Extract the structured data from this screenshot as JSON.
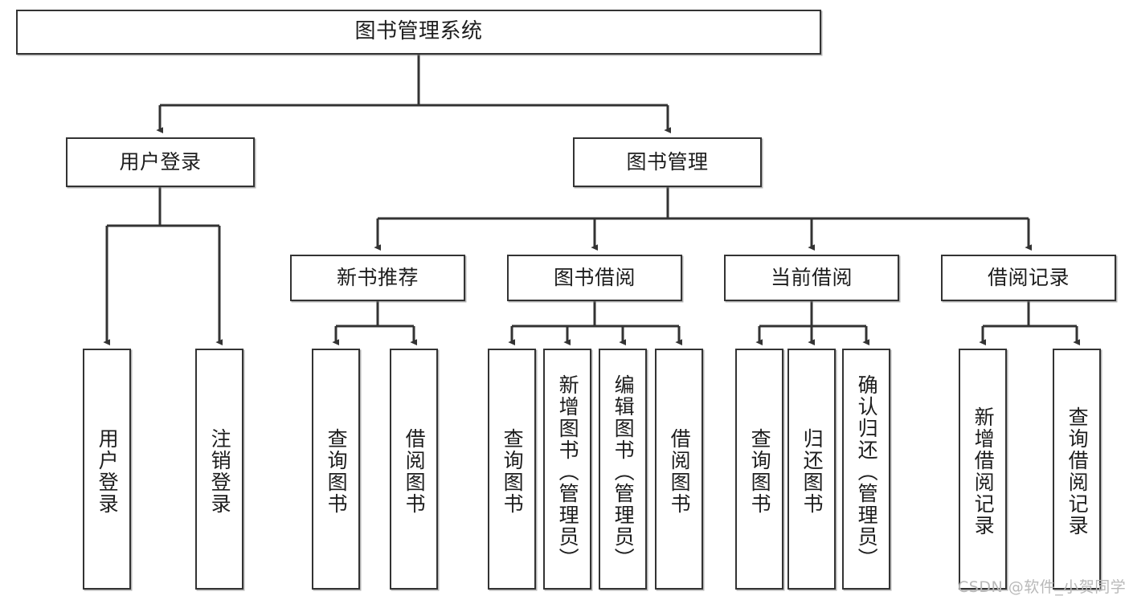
{
  "diagram": {
    "title": "图书管理系统",
    "type": "tree",
    "orientation": "top-down",
    "line_color": "#333333",
    "box_border_color": "#333333",
    "box_fill_color": "#ffffff",
    "text_color": "#1d1d1d",
    "background_color": "#ffffff"
  },
  "nodes": {
    "root": {
      "label": "图书管理系统",
      "level": 1
    },
    "l2": [
      {
        "id": "user-login",
        "label": "用户登录",
        "level": 2
      },
      {
        "id": "book-management",
        "label": "图书管理",
        "level": 2
      }
    ],
    "l3": [
      {
        "id": "new-book-recommend",
        "label": "新书推荐",
        "level": 3,
        "parent": "book-management"
      },
      {
        "id": "book-borrow",
        "label": "图书借阅",
        "level": 3,
        "parent": "book-management"
      },
      {
        "id": "current-borrow",
        "label": "当前借阅",
        "level": 3,
        "parent": "book-management"
      },
      {
        "id": "borrow-record",
        "label": "借阅记录",
        "level": 3,
        "parent": "book-management"
      }
    ],
    "leaves": [
      {
        "id": "leaf-user-login",
        "label": "用户登录",
        "parent": "user-login"
      },
      {
        "id": "leaf-logout-login",
        "label": "注销登录",
        "parent": "user-login"
      },
      {
        "id": "leaf-query-book-1",
        "label": "查询图书",
        "parent": "new-book-recommend"
      },
      {
        "id": "leaf-borrow-book-1",
        "label": "借阅图书",
        "parent": "new-book-recommend"
      },
      {
        "id": "leaf-query-book-2",
        "label": "查询图书",
        "parent": "book-borrow"
      },
      {
        "id": "leaf-add-book",
        "label": "新增图书（管理员）",
        "parent": "book-borrow"
      },
      {
        "id": "leaf-edit-book",
        "label": "编辑图书（管理员）",
        "parent": "book-borrow"
      },
      {
        "id": "leaf-borrow-book-2",
        "label": "借阅图书",
        "parent": "book-borrow"
      },
      {
        "id": "leaf-query-book-3",
        "label": "查询图书",
        "parent": "current-borrow"
      },
      {
        "id": "leaf-return-book",
        "label": "归还图书",
        "parent": "current-borrow"
      },
      {
        "id": "leaf-confirm-return",
        "label": "确认归还（管理员）",
        "parent": "current-borrow"
      },
      {
        "id": "leaf-add-record",
        "label": "新增借阅记录",
        "parent": "borrow-record"
      },
      {
        "id": "leaf-query-record",
        "label": "查询借阅记录",
        "parent": "borrow-record"
      }
    ]
  },
  "watermark": {
    "text": "CSDN @软件_小贺同学"
  }
}
